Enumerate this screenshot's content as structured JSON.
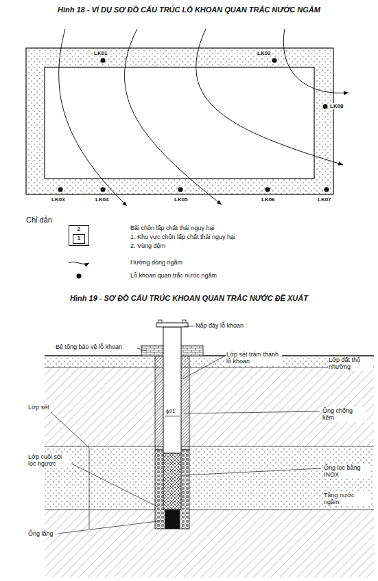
{
  "diagram": {
    "title": "Hình 18 - VÍ DỤ SƠ ĐỒ CẤU TRÚC LỖ KHOAN QUAN TRẮC NƯỚC NGẦM",
    "nodes": [
      {
        "text": [
          "2"
        ]
      },
      {
        "text": [
          "1"
        ],
        "in": 0
      }
    ],
    "labels": [
      "LK01",
      "LK02",
      "LK08",
      "LK03",
      "LK04",
      "LK05",
      "LK06",
      "LK07",
      "Chỉ dẫn",
      "Hình 19 - SƠ ĐỒ CẤU TRÚC KHOAN QUAN TRẮC NƯỚC ĐỀ XUẤT",
      "Nắp đậy lỗ khoan",
      "Bê tông bảo vệ lỗ khoan",
      "Lớp sét trám thành lỗ khoan",
      "Lớp đất thổ nhưỡng",
      "ϕ91",
      "Ống chống kẽm",
      "Lớp sét",
      "Lớp cuội sỏi lọc ngược",
      "Ống lọc bằng INOX",
      "Tầng nước ngầm",
      "Ống lắng"
    ],
    "legend": [
      {
        "text": "Bãi chôn lấp chất thải nguy hại"
      },
      {
        "text": "1. Khu vực chôn lấp chất thải nguy hại"
      },
      {
        "text": "2. Vùng đệm"
      },
      {
        "text": "Hướng dòng ngầm"
      },
      {
        "text": "Lỗ khoan quan trắc nước ngầm"
      }
    ]
  }
}
